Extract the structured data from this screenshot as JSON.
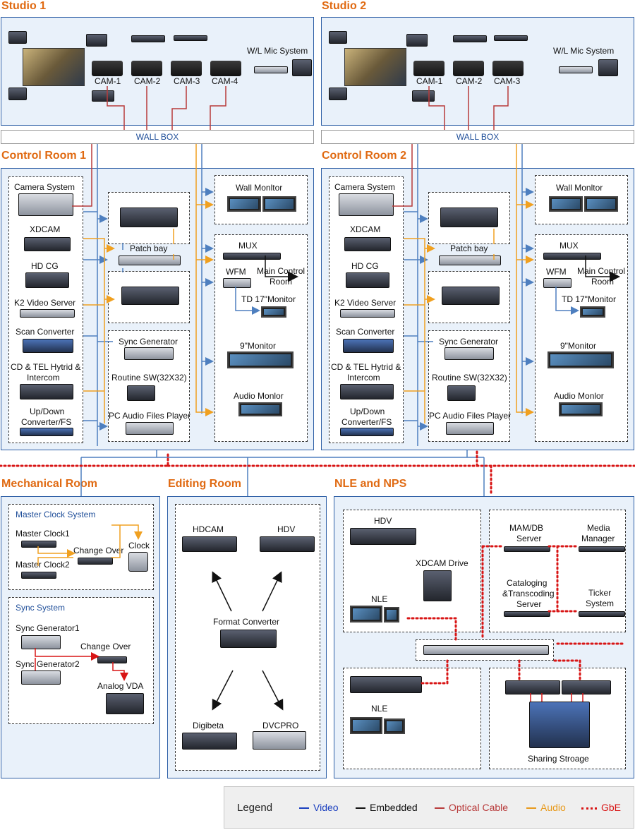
{
  "studio1": {
    "title": "Studio 1",
    "cams": [
      "CAM-1",
      "CAM-2",
      "CAM-3",
      "CAM-4"
    ],
    "mic": "W/L Mic System"
  },
  "studio2": {
    "title": "Studio 2",
    "cams": [
      "CAM-1",
      "CAM-2",
      "CAM-3"
    ],
    "mic": "W/L Mic System"
  },
  "wallbox": "WALL BOX",
  "control1": {
    "title": "Control Room 1",
    "left": [
      "Camera System",
      "XDCAM",
      "HD CG",
      "K2 Video Server",
      "Scan Converter",
      "CD & TEL Hytrid &",
      "Intercom",
      "Up/Down",
      "Converter/FS"
    ],
    "mid": {
      "patch": "Patch bay",
      "sync": "Sync Generator",
      "routine": "Routine SW(32X32)",
      "pcaudio": "PC Audio Files Player"
    },
    "right": {
      "wall": "Wall Monltor",
      "mux": "MUX",
      "wfm": "WFM",
      "main1": "Main Control",
      "main2": "Room",
      "td": "TD 17\"Monitor",
      "nine": "9\"Monitor",
      "audio": "Audio Monlor"
    }
  },
  "control2": {
    "title": "Control Room 2",
    "left": [
      "Camera System",
      "XDCAM",
      "HD CG",
      "K2 Video Server",
      "Scan Converter",
      "CD & TEL Hytrid &",
      "Intercom",
      "Up/Down",
      "Converter/FS"
    ],
    "mid": {
      "patch": "Patch bay",
      "sync": "Sync Generator",
      "routine": "Routine SW(32X32)",
      "pcaudio": "PC Audio Files Player"
    },
    "right": {
      "wall": "Wall Monltor",
      "mux": "MUX",
      "wfm": "WFM",
      "main1": "Main Control",
      "main2": "Room",
      "td": "TD 17\"Monitor",
      "nine": "9\"Monitor",
      "audio": "Audio Monlor"
    }
  },
  "mechanical": {
    "title": "Mechanical Room",
    "master": {
      "title": "Master Clock System",
      "mc1": "Master Clock1",
      "mc2": "Master Clock2",
      "changeover": "Change Over",
      "clock": "Clock"
    },
    "sync": {
      "title": "Sync System",
      "sg1": "Sync Generator1",
      "sg2": "Sync Generator2",
      "changeover": "Change Over",
      "vda": "Analog VDA"
    }
  },
  "editing": {
    "title": "Editing Room",
    "hdcam": "HDCAM",
    "hdv": "HDV",
    "format": "Format Converter",
    "digibeta": "Digibeta",
    "dvcpro": "DVCPRO"
  },
  "nle": {
    "title": "NLE and NPS",
    "hdv": "HDV",
    "xdcam": "XDCAM Drive",
    "nle1": "NLE",
    "nle2": "NLE",
    "mam1": "MAM/DB",
    "mam2": "Server",
    "media1": "Media",
    "media2": "Manager",
    "cat1": "Cataloging",
    "cat2": "&Transcoding",
    "cat3": "Server",
    "ticker1": "Ticker",
    "ticker2": "System",
    "storage": "Sharing Stroage"
  },
  "legend": {
    "title": "Legend",
    "items": [
      {
        "label": "Video",
        "color": "#1b3fbf"
      },
      {
        "label": "Embedded",
        "color": "#111111"
      },
      {
        "label": "Optical Cable",
        "color": "#b83a3a"
      },
      {
        "label": "Audio",
        "color": "#e89a1c"
      },
      {
        "label": "GbE",
        "color": "#d81515"
      }
    ]
  }
}
